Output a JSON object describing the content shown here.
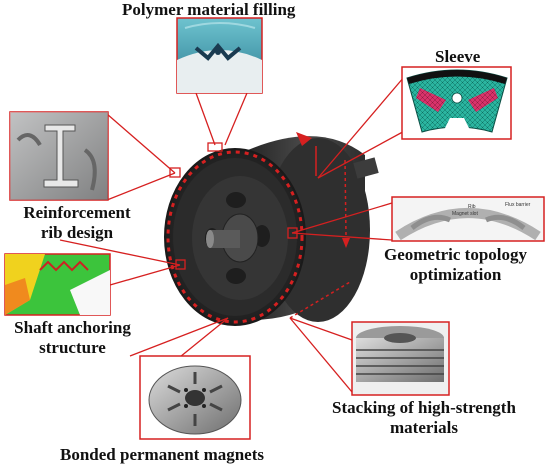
{
  "labels": {
    "polymer": "Polymer material filling",
    "sleeve": "Sleeve",
    "rib_line1": "Reinforcement",
    "rib_line2": "rib design",
    "geo_line1": "Geometric topology",
    "geo_line2": "optimization",
    "shaft_line1": "Shaft anchoring",
    "shaft_line2": "structure",
    "stack_line1": "Stacking of high-strength",
    "stack_line2": "materials",
    "magnets": "Bonded permanent magnets"
  },
  "topology_inset": {
    "magnet_label": "Magnet slot",
    "rib_label": "Rib",
    "flux_label": "Flux barrier"
  },
  "colors": {
    "callout_line": "#d62020",
    "rotor_body": "#3a3a3a",
    "sleeve_mesh": "#2bb5a0",
    "sleeve_magnet": "#d9336b",
    "shaft_green": "#3cc43c",
    "shaft_yellow": "#f0d21e",
    "shaft_orange": "#f08a1e"
  }
}
